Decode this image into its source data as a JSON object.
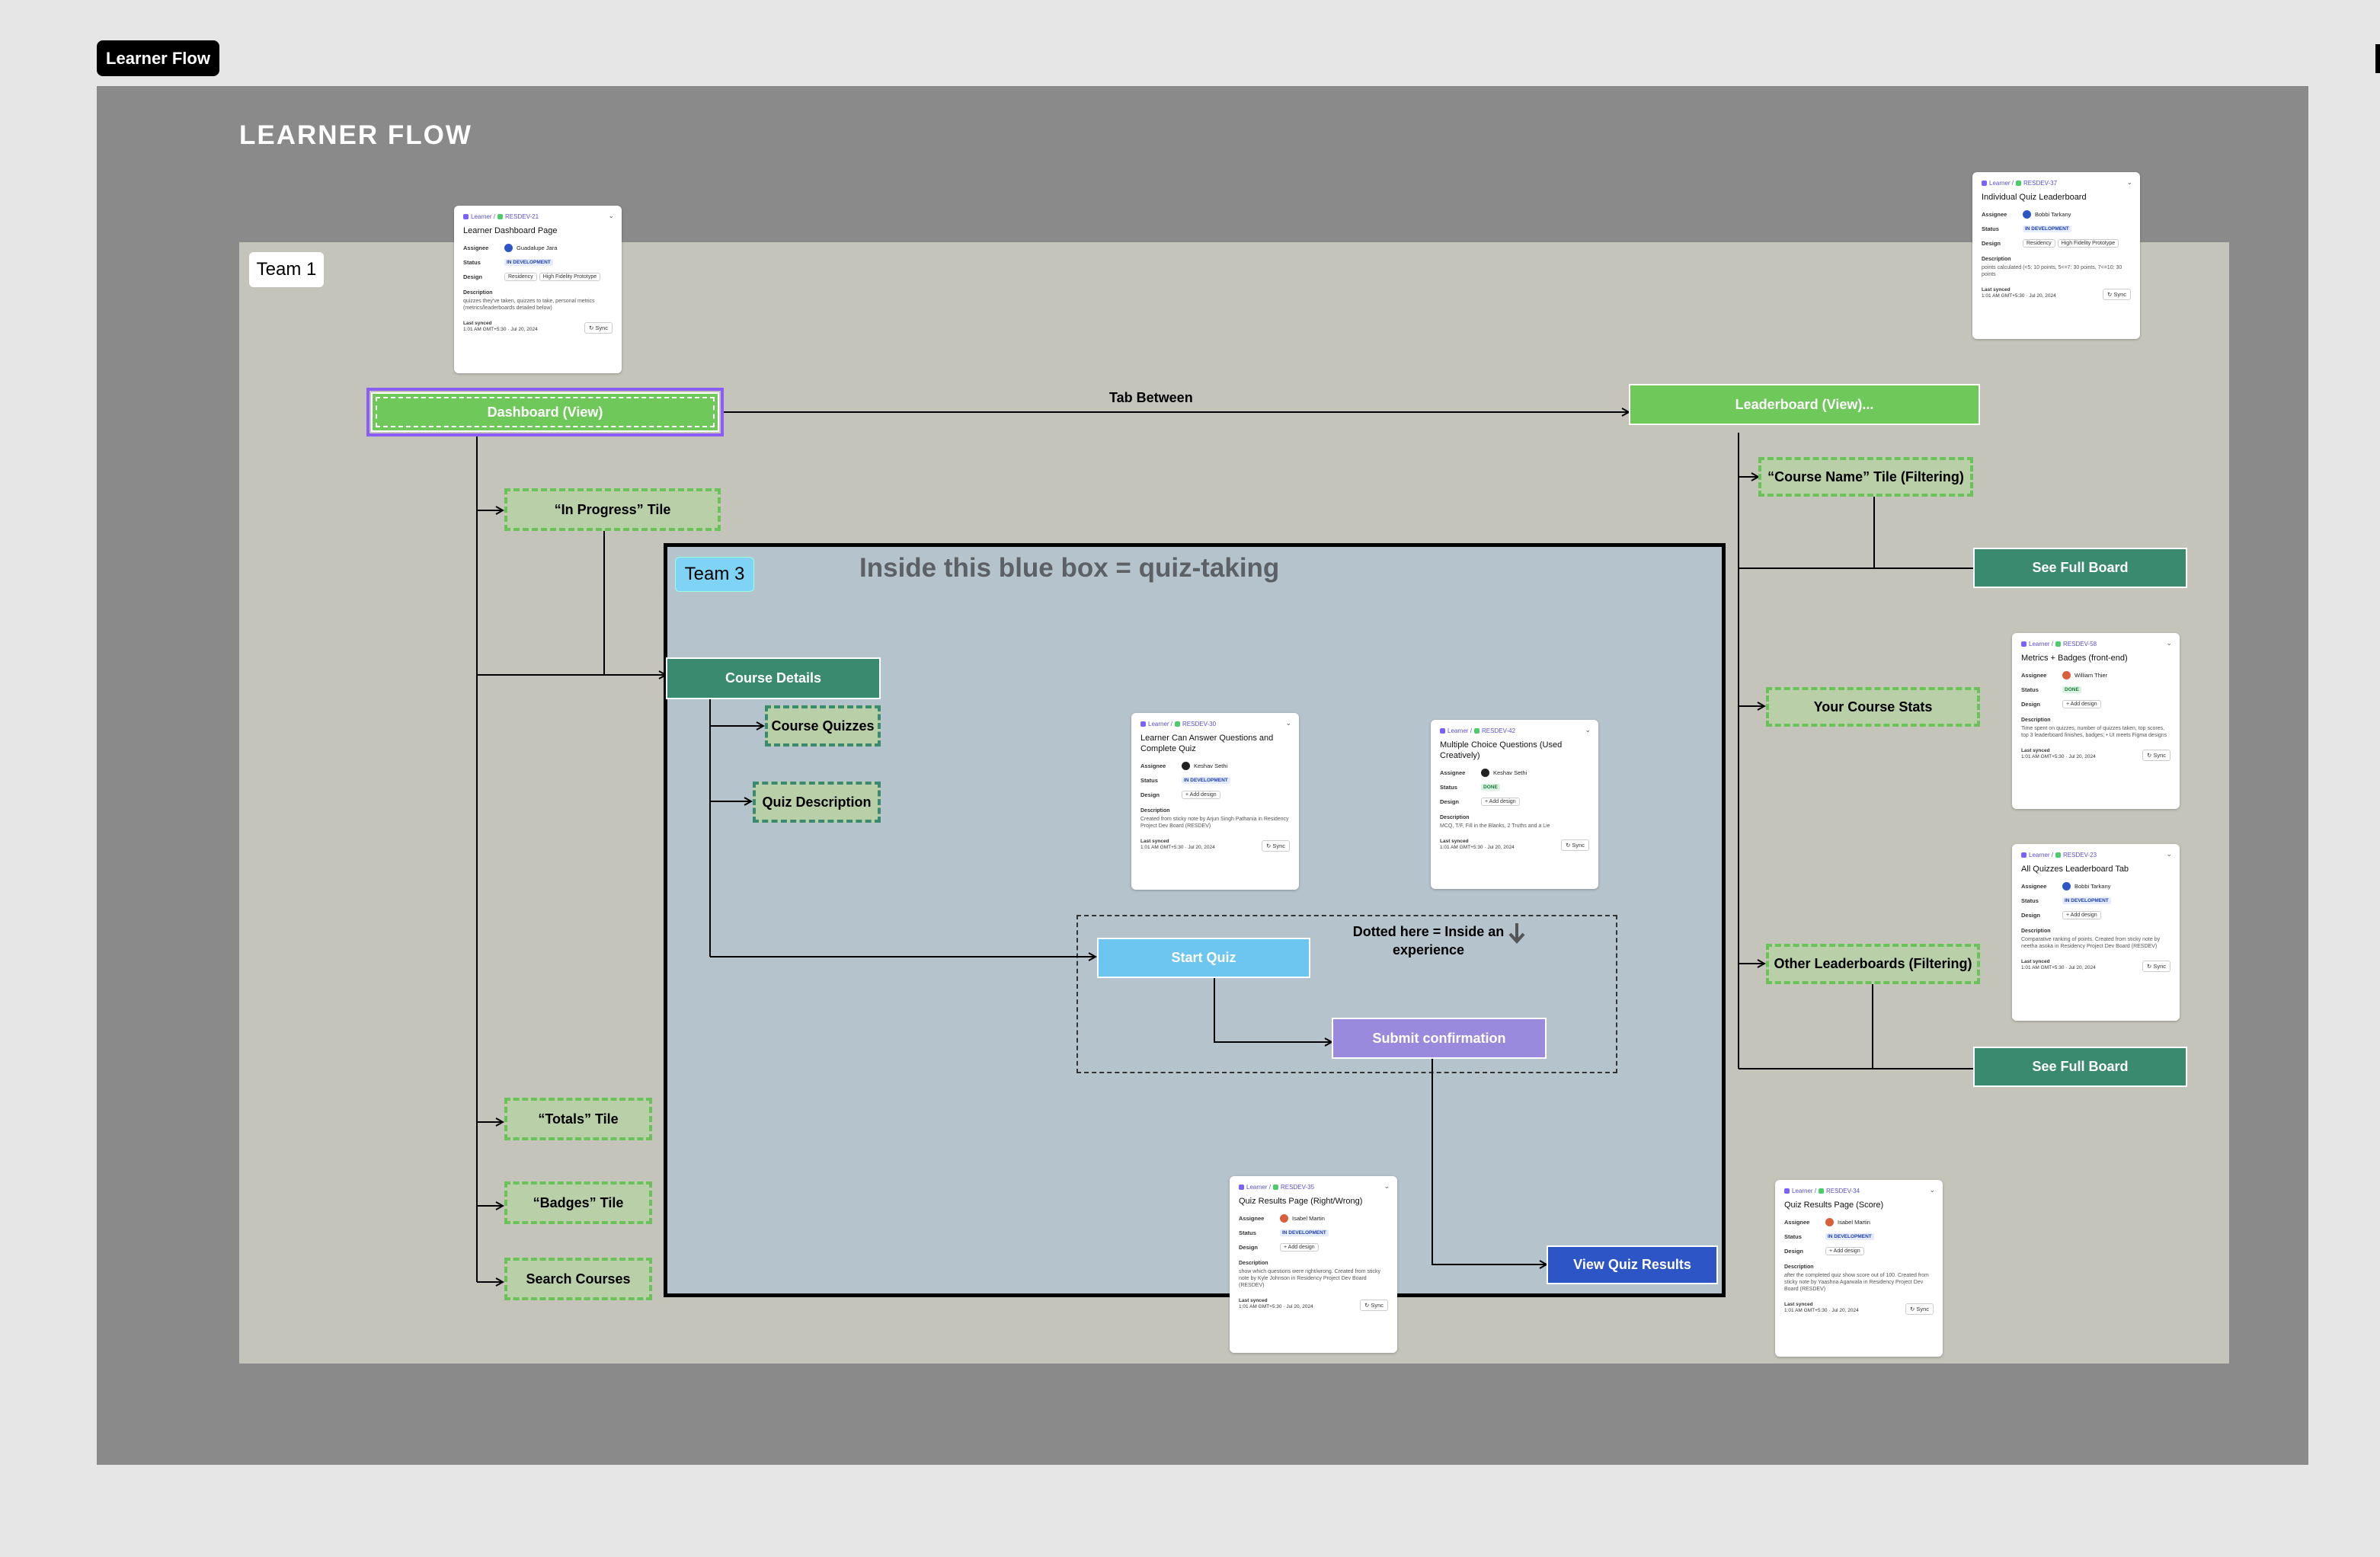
{
  "frame_tag": "Learner Flow",
  "page_title": "LEARNER  FLOW",
  "team1_label": "Team 1",
  "team3_label": "Team 3",
  "bluebox_title": "Inside this blue box = quiz-taking",
  "note_text": "Dotted here = Inside an experience",
  "edge_label_tab": "Tab Between",
  "nodes": {
    "dashboard": "Dashboard (View)",
    "leaderboard": "Leaderboard (View)...",
    "in_progress": "“In Progress” Tile",
    "course_details": "Course Details",
    "course_quizzes": "Course Quizzes",
    "quiz_description": "Quiz Description",
    "start_quiz": "Start Quiz",
    "submit_confirmation": "Submit confirmation",
    "view_quiz_results": "View Quiz Results",
    "totals_tile": "“Totals” Tile",
    "badges_tile": "“Badges” Tile",
    "search_courses": "Search Courses",
    "course_name_tile": "“Course Name” Tile (Filtering)",
    "see_full_board_1": "See Full Board",
    "your_course_stats": "Your Course Stats",
    "other_leaderboards": "Other Leaderboards (Filtering)",
    "see_full_board_2": "See Full Board"
  },
  "card_labels": {
    "assignee": "Assignee",
    "status": "Status",
    "design": "Design",
    "description": "Description",
    "last_synced": "Last synced",
    "sync": "Sync",
    "add_design": "+ Add design",
    "project": "Learner"
  },
  "cards": [
    {
      "key": "RESDEV-37",
      "title": "Individual Quiz Leaderboard",
      "assignee": "Bobbi Tarkany",
      "status": "IN DEVELOPMENT",
      "design": [
        "Residency",
        "High Fidelity Prototype"
      ],
      "description": "points calculated (<5: 10 points, 5<=7: 30 points, 7<=10: 30 points",
      "synced": "1:01 AM GMT+5:30 · Jul 20, 2024"
    },
    {
      "key": "RESDEV-21",
      "title": "Learner Dashboard Page",
      "assignee": "Guadalupe Jara",
      "status": "IN DEVELOPMENT",
      "design": [
        "Residency",
        "High Fidelity Prototype"
      ],
      "description": "quizzes they've taken, quizzes to take, personal metrics (metrics/leaderboards detailed below)",
      "synced": "1:01 AM GMT+5:30 · Jul 20, 2024"
    },
    {
      "key": "RESDEV-30",
      "title": "Learner Can Answer Questions and Complete Quiz",
      "assignee": "Keshav Sethi",
      "status": "IN DEVELOPMENT",
      "design": [
        "+ Add design"
      ],
      "description": "Created from sticky note by Arjun Singh Pathania in Residency Project Dev Board (RESDEV)",
      "synced": "1:01 AM GMT+5:30 · Jul 20, 2024"
    },
    {
      "key": "RESDEV-42",
      "title": "Multiple Choice Questions (Used Creatively)",
      "assignee": "Keshav Sethi",
      "status": "DONE",
      "design": [
        "+ Add design"
      ],
      "description": "MCQ, T/F, Fill in the Blanks, 2 Truths and a Lie",
      "synced": "1:01 AM GMT+5:30 · Jul 20, 2024"
    },
    {
      "key": "RESDEV-58",
      "title": "Metrics + Badges (front-end)",
      "assignee": "William Thier",
      "status": "DONE",
      "design": [
        "+ Add design"
      ],
      "description": "Time spent on quizzes, number of quizzes taken, top scores, top 3 leaderboard finishes, badges; • UI meets Figma designs",
      "synced": "1:01 AM GMT+5:30 · Jul 20, 2024"
    },
    {
      "key": "RESDEV-23",
      "title": "All Quizzes Leaderboard Tab",
      "assignee": "Bobbi Tarkany",
      "status": "IN DEVELOPMENT",
      "design": [
        "+ Add design"
      ],
      "description": "Comparative ranking of points. Created from sticky note by neetha asoka in Residency Project Dev Board (RESDEV)",
      "synced": "1:01 AM GMT+5:30 · Jul 20, 2024"
    },
    {
      "key": "RESDEV-35",
      "title": "Quiz Results Page (Right/Wrong)",
      "assignee": "Isabel Martin",
      "status": "IN DEVELOPMENT",
      "design": [
        "+ Add design"
      ],
      "description": "show which questions were right/wrong. Created from sticky note by Kyle Johnson in Residency Project Dev Board (RESDEV)",
      "synced": "1:01 AM GMT+5:30 · Jul 20, 2024"
    },
    {
      "key": "RESDEV-34",
      "title": "Quiz Results Page (Score)",
      "assignee": "Isabel Martin",
      "status": "IN DEVELOPMENT",
      "design": [
        "+ Add design"
      ],
      "description": "after the completed quiz show score out of 100. Created from sticky note by Yaashna Agarwala in Residency Project Dev Board (RESDEV)",
      "synced": "1:01 AM GMT+5:30 · Jul 20, 2024"
    }
  ],
  "colors": {
    "canvas": "#e6e6e6",
    "frame": "#8a8a8a",
    "section": "#c4c4bb",
    "bluebox": "#b5c3cc",
    "green": "#6fc85a",
    "teal": "#3a8a70",
    "skyblue": "#6dc6ef",
    "purple": "#9a8ade",
    "blue": "#2d55c5",
    "selection": "#8b5cf6"
  }
}
